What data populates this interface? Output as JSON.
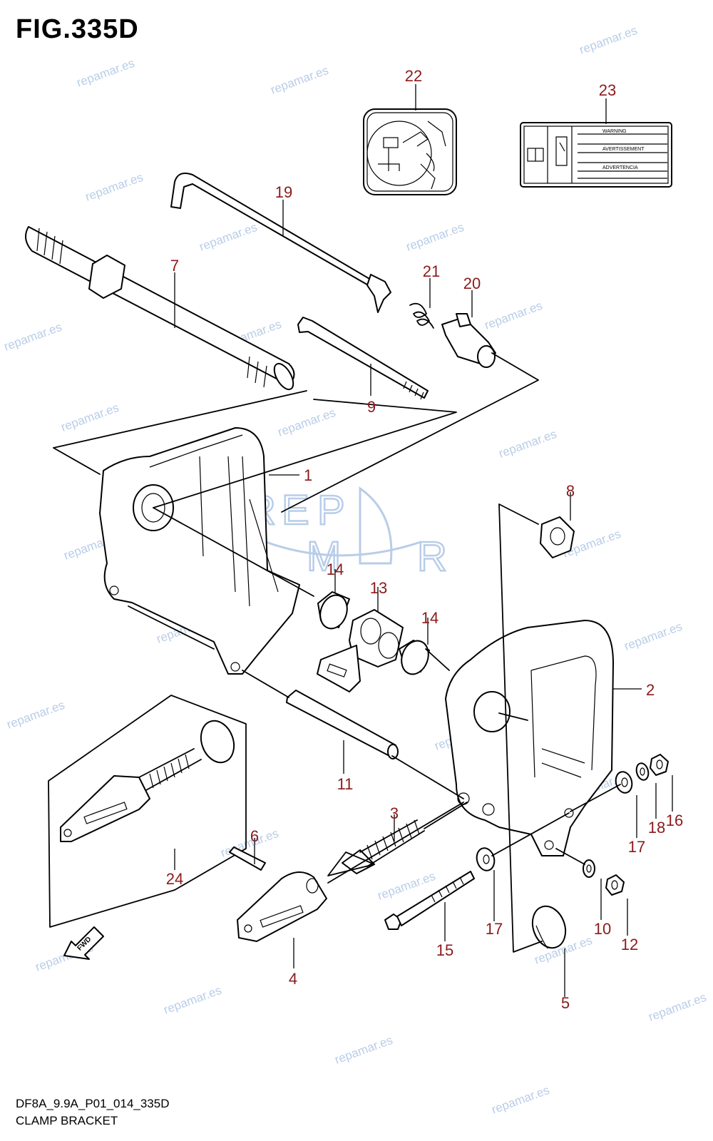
{
  "figure": {
    "title": "FIG.335D",
    "code": "DF8A_9.9A_P01_014_335D",
    "name": "CLAMP BRACKET"
  },
  "callouts": [
    {
      "id": "1",
      "label": "1"
    },
    {
      "id": "2",
      "label": "2"
    },
    {
      "id": "3",
      "label": "3"
    },
    {
      "id": "4",
      "label": "4"
    },
    {
      "id": "5",
      "label": "5"
    },
    {
      "id": "6",
      "label": "6"
    },
    {
      "id": "7",
      "label": "7"
    },
    {
      "id": "8",
      "label": "8"
    },
    {
      "id": "9",
      "label": "9"
    },
    {
      "id": "10",
      "label": "10"
    },
    {
      "id": "11",
      "label": "11"
    },
    {
      "id": "12",
      "label": "12"
    },
    {
      "id": "13",
      "label": "13"
    },
    {
      "id": "14a",
      "label": "14"
    },
    {
      "id": "14b",
      "label": "14"
    },
    {
      "id": "15",
      "label": "15"
    },
    {
      "id": "16",
      "label": "16"
    },
    {
      "id": "17a",
      "label": "17"
    },
    {
      "id": "17b",
      "label": "17"
    },
    {
      "id": "18",
      "label": "18"
    },
    {
      "id": "19",
      "label": "19"
    },
    {
      "id": "20",
      "label": "20"
    },
    {
      "id": "21",
      "label": "21"
    },
    {
      "id": "22",
      "label": "22"
    },
    {
      "id": "23",
      "label": "23"
    },
    {
      "id": "24",
      "label": "24"
    }
  ],
  "warning_label": {
    "lines": [
      "WARNING",
      "AVERTISSEMENT",
      "ADVERTENCIA"
    ]
  },
  "fwd_arrow": {
    "label": "FWD"
  },
  "watermark": {
    "text": "repamar.es",
    "logo_letters": [
      "R",
      "E",
      "P",
      "M",
      "R"
    ]
  },
  "colors": {
    "callout": "#8b1a1a",
    "watermark": "#b9cde8",
    "line": "#000000"
  }
}
